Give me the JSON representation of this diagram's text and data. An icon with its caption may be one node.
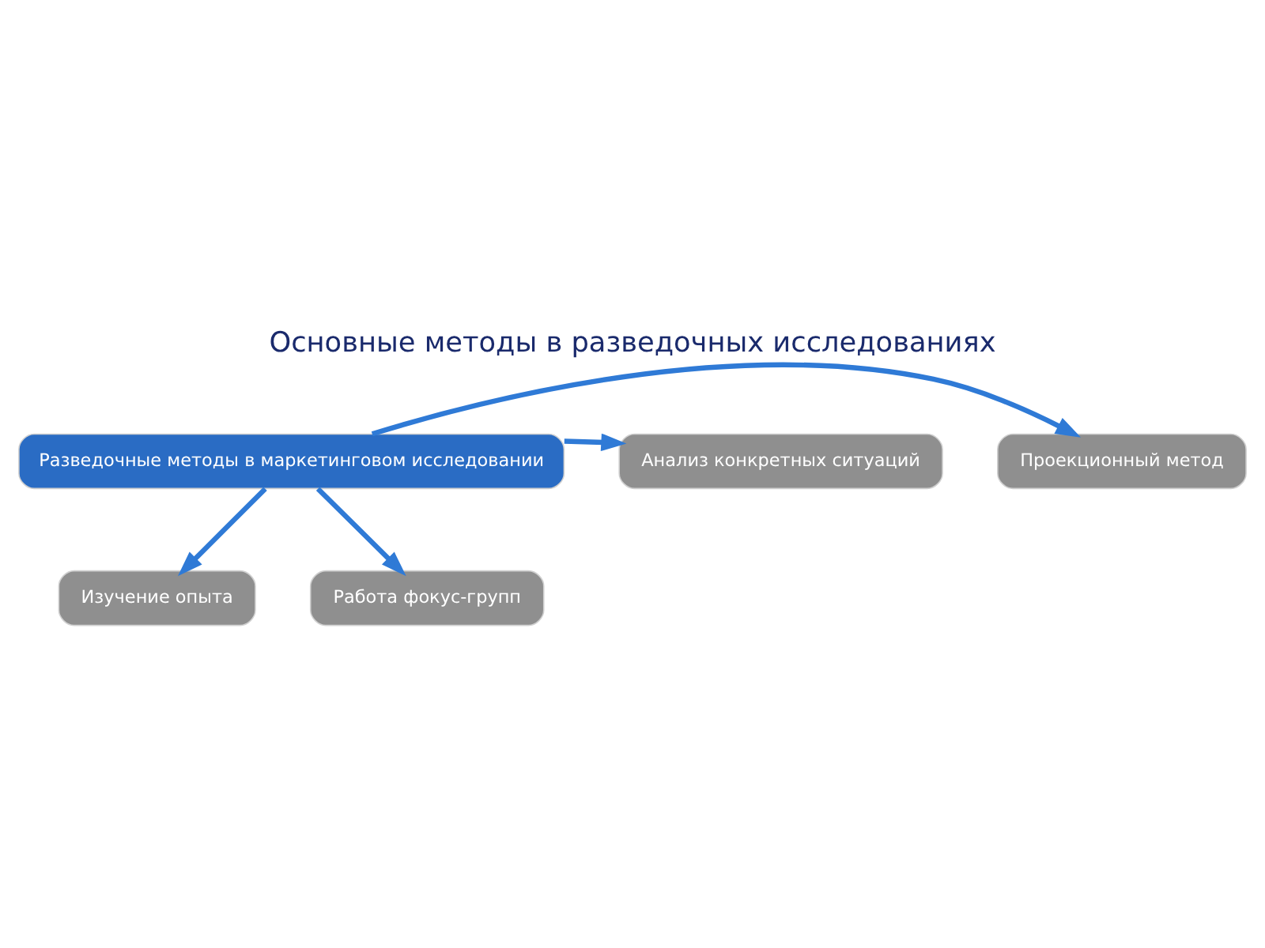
{
  "diagram": {
    "title": "Основные методы в разведочных исследованиях",
    "nodes": [
      {
        "text": [
          "Разведочные методы в маркетинговом исследовании"
        ]
      },
      {
        "text": [
          "Проекционный метод"
        ]
      },
      {
        "text": [
          "Анализ конкретных ситуаций"
        ]
      },
      {
        "text": [
          "Изучение опыта"
        ]
      },
      {
        "text": [
          "Работа фокус-групп"
        ]
      }
    ],
    "edges": [
      {
        "from": 0,
        "to": 1,
        "arrow": "to"
      },
      {
        "from": 0,
        "to": 2,
        "arrow": "to"
      },
      {
        "from": 0,
        "to": 3,
        "arrow": "to"
      },
      {
        "from": 0,
        "to": 4,
        "arrow": "to"
      }
    ]
  }
}
